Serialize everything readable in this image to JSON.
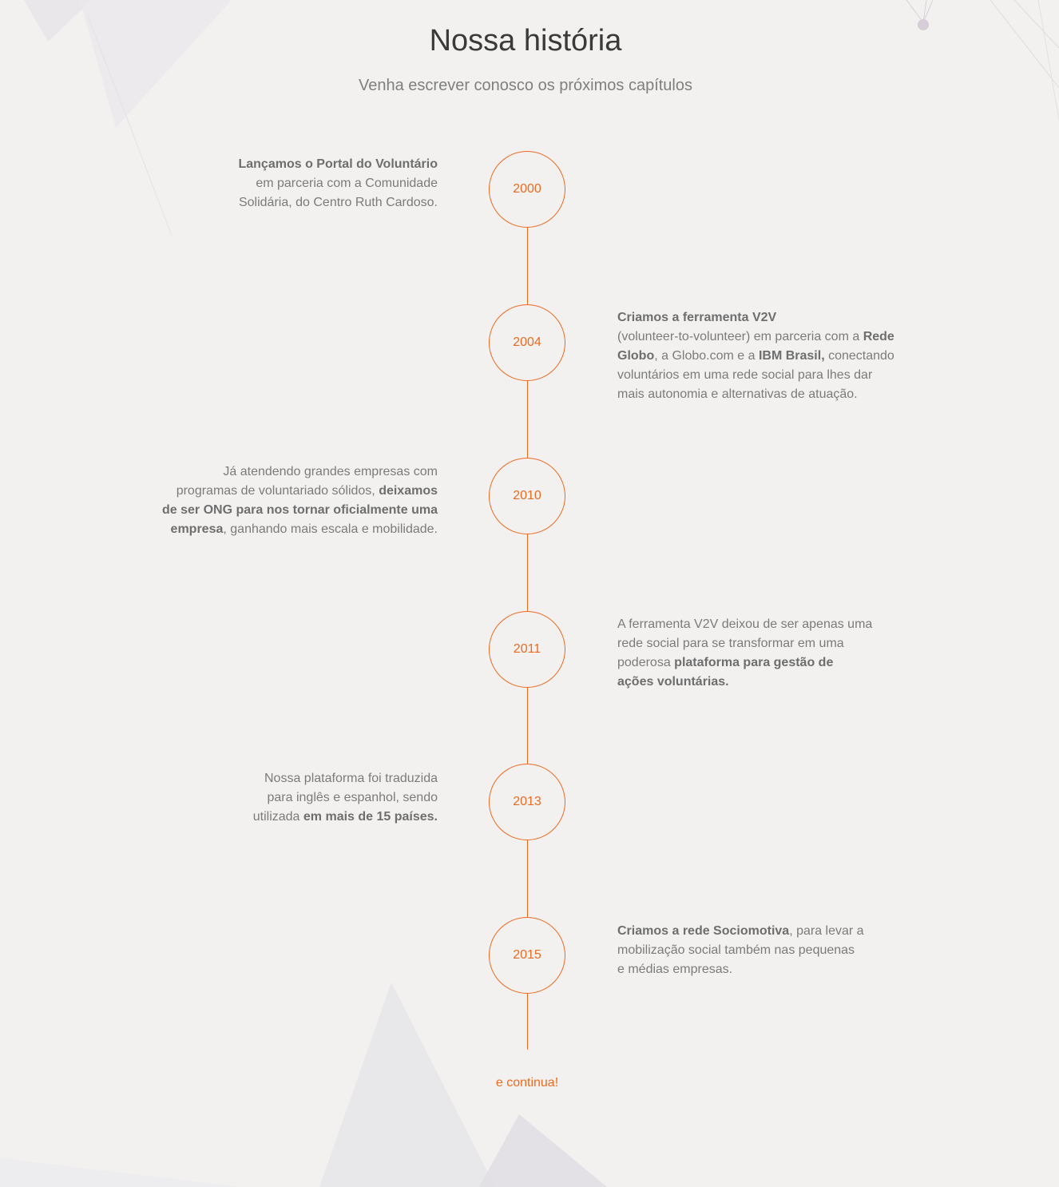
{
  "header": {
    "title": "Nossa história",
    "subtitle": "Venha escrever conosco os próximos capítulos"
  },
  "timeline": [
    {
      "year": "2000",
      "side": "left",
      "lines": [
        [
          {
            "t": "Lançamos o Portal do Voluntário",
            "b": true
          }
        ],
        [
          {
            "t": "em parceria com a Comunidade",
            "b": false
          }
        ],
        [
          {
            "t": "Solidária, do Centro Ruth Cardoso.",
            "b": false
          }
        ]
      ]
    },
    {
      "year": "2004",
      "side": "right",
      "lines": [
        [
          {
            "t": "Criamos a ferramenta V2V",
            "b": true
          }
        ],
        [
          {
            "t": "(volunteer-to-volunteer) em parceria com a ",
            "b": false
          },
          {
            "t": "Rede",
            "b": true
          }
        ],
        [
          {
            "t": "Globo",
            "b": true
          },
          {
            "t": ", a Globo.com e a ",
            "b": false
          },
          {
            "t": "IBM Brasil,",
            "b": true
          },
          {
            "t": " conectando",
            "b": false
          }
        ],
        [
          {
            "t": "voluntários em uma rede social para lhes dar",
            "b": false
          }
        ],
        [
          {
            "t": "mais autonomia e alternativas de atuação.",
            "b": false
          }
        ]
      ]
    },
    {
      "year": "2010",
      "side": "left",
      "lines": [
        [
          {
            "t": "Já atendendo grandes empresas com",
            "b": false
          }
        ],
        [
          {
            "t": "programas de voluntariado sólidos, ",
            "b": false
          },
          {
            "t": "deixamos",
            "b": true
          }
        ],
        [
          {
            "t": "de ser ONG para nos tornar oficialmente uma",
            "b": true
          }
        ],
        [
          {
            "t": "empresa",
            "b": true
          },
          {
            "t": ", ganhando mais escala e mobilidade.",
            "b": false
          }
        ]
      ]
    },
    {
      "year": "2011",
      "side": "right",
      "lines": [
        [
          {
            "t": "A ferramenta V2V deixou de ser apenas uma",
            "b": false
          }
        ],
        [
          {
            "t": "rede social para se transformar em uma",
            "b": false
          }
        ],
        [
          {
            "t": "poderosa ",
            "b": false
          },
          {
            "t": "plataforma para gestão de",
            "b": true
          }
        ],
        [
          {
            "t": "ações voluntárias.",
            "b": true
          }
        ]
      ]
    },
    {
      "year": "2013",
      "side": "left",
      "lines": [
        [
          {
            "t": "Nossa plataforma foi traduzida",
            "b": false
          }
        ],
        [
          {
            "t": "para inglês e espanhol, sendo",
            "b": false
          }
        ],
        [
          {
            "t": "utilizada ",
            "b": false
          },
          {
            "t": "em mais de 15 países.",
            "b": true
          }
        ]
      ]
    },
    {
      "year": "2015",
      "side": "right",
      "lines": [
        [
          {
            "t": "Criamos a rede Sociomotiva",
            "b": true
          },
          {
            "t": ", para levar a",
            "b": false
          }
        ],
        [
          {
            "t": "mobilização social também nas pequenas",
            "b": false
          }
        ],
        [
          {
            "t": "e médias empresas.",
            "b": false
          }
        ]
      ]
    }
  ],
  "footer": {
    "continue_label": "e continua!"
  },
  "colors": {
    "accent": "#ee6a1f",
    "background": "#f2f1f0",
    "title": "#3a3a3a",
    "text": "#7b7b7b"
  }
}
